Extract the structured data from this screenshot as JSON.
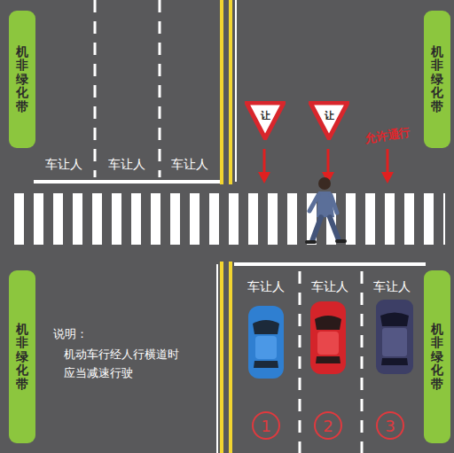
{
  "diagram": {
    "nodes": [
      {
        "text": [
          "机非绿化带"
        ]
      },
      {
        "text": [
          "机非绿化带"
        ]
      },
      {
        "text": [
          "让"
        ]
      },
      {
        "text": [
          "让"
        ]
      },
      {
        "text": [
          "机非绿化带"
        ]
      },
      {
        "text": [
          "机非绿化带"
        ]
      },
      {
        "text": [
          "1"
        ]
      },
      {
        "text": [
          "2"
        ]
      },
      {
        "text": [
          "3"
        ]
      }
    ],
    "labels": [
      "车让人",
      "车让人",
      "车让人",
      "允许通行",
      "车让人",
      "车让人",
      "车让人",
      "说明：",
      "机动车行经人行横道时 应当减速行驶"
    ]
  }
}
